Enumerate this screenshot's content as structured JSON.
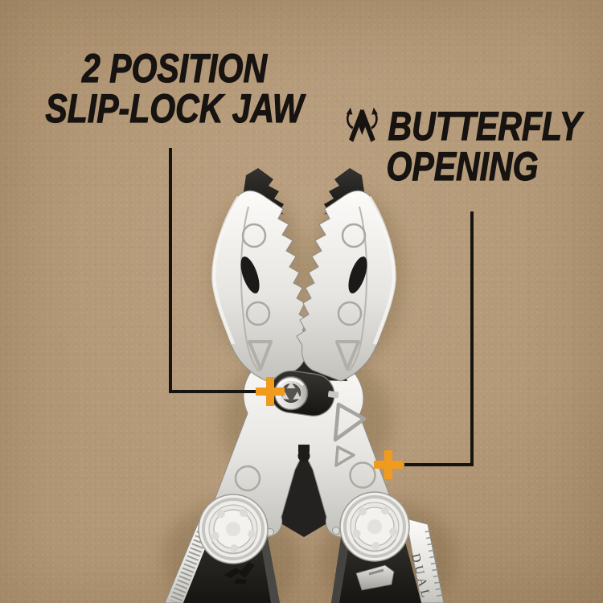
{
  "page": {
    "background_color": "#b39877",
    "ink_color": "#171310",
    "accent_color": "#F09A1E"
  },
  "callout_left": {
    "line1": "2 POSITION",
    "line2": "SLIP-LOCK JAW"
  },
  "callout_right": {
    "icon": "butterfly-opening-icon",
    "line1": "BUTTERFLY",
    "line2": "OPENING"
  },
  "markers": {
    "count": 2,
    "symbol": "+"
  },
  "tool": {
    "handle_text": "DUAL"
  }
}
